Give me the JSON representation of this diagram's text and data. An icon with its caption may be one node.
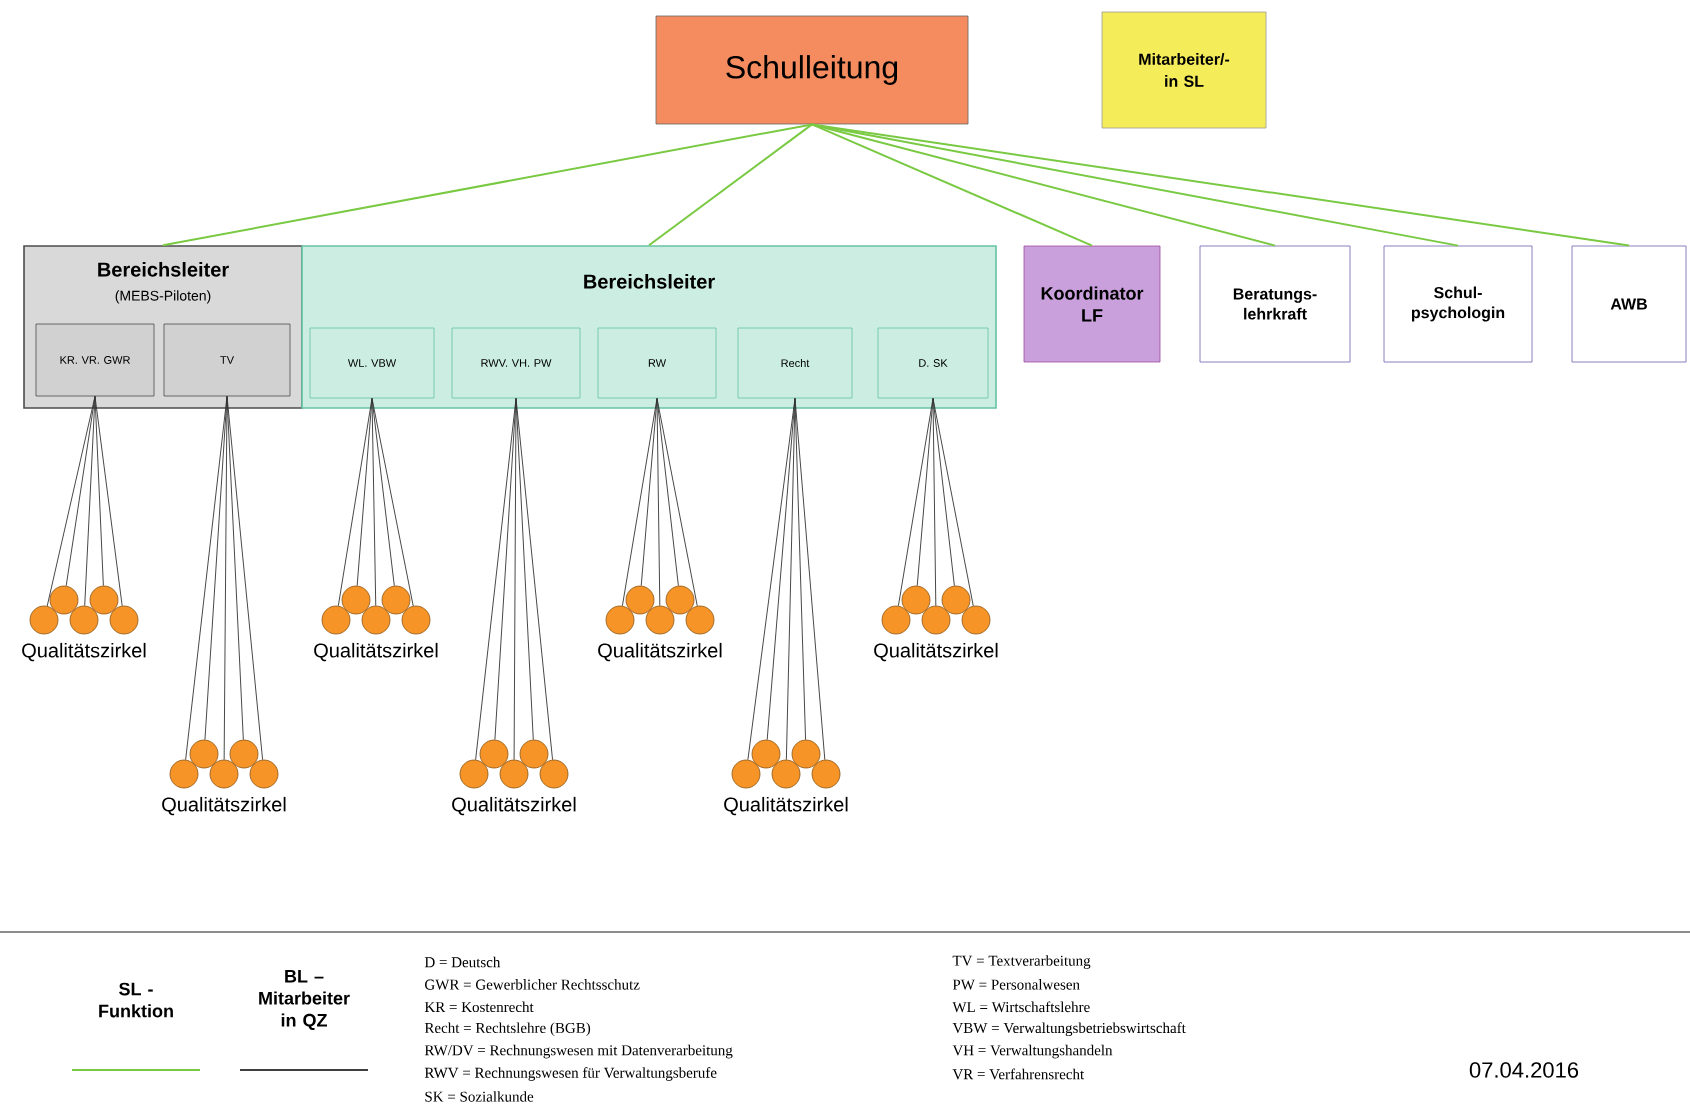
{
  "diagram": {
    "nodes": [
      {
        "text": [
          "Schulleitung"
        ]
      },
      {
        "text": [
          "Mitarbeiter/-in SL"
        ]
      },
      {
        "text": [
          "Bereichsleiter",
          "(MEBS-Piloten)"
        ]
      },
      {
        "text": [
          "KR. VR. GWR"
        ],
        "in": 2
      },
      {
        "text": [
          "TV"
        ],
        "in": 2
      },
      {
        "text": [
          "Bereichsleiter"
        ]
      },
      {
        "text": [
          "WL. VBW"
        ],
        "in": 5
      },
      {
        "text": [
          "RWV. VH. PW"
        ],
        "in": 5
      },
      {
        "text": [
          "RW"
        ],
        "in": 5
      },
      {
        "text": [
          "Recht"
        ],
        "in": 5
      },
      {
        "text": [
          "D. SK"
        ],
        "in": 5
      },
      {
        "text": [
          "Koordinator LF"
        ]
      },
      {
        "text": [
          "Beratungs- lehrkraft"
        ]
      },
      {
        "text": [
          "Schul- psychologin"
        ]
      },
      {
        "text": [
          "AWB"
        ]
      },
      {
        "text": [],
        "shape": "circle"
      },
      {
        "text": [],
        "shape": "circle"
      },
      {
        "text": [],
        "shape": "circle"
      },
      {
        "text": [],
        "shape": "circle"
      },
      {
        "text": [],
        "shape": "circle"
      },
      {
        "text": [],
        "shape": "circle"
      },
      {
        "text": [],
        "shape": "circle"
      },
      {
        "text": [],
        "shape": "circle"
      },
      {
        "text": [],
        "shape": "circle"
      },
      {
        "text": [],
        "shape": "circle"
      },
      {
        "text": [],
        "shape": "circle"
      },
      {
        "text": [],
        "shape": "circle"
      },
      {
        "text": [],
        "shape": "circle"
      },
      {
        "text": [],
        "shape": "circle"
      },
      {
        "text": [],
        "shape": "circle"
      },
      {
        "text": [],
        "shape": "circle"
      },
      {
        "text": [],
        "shape": "circle"
      },
      {
        "text": [],
        "shape": "circle"
      },
      {
        "text": [],
        "shape": "circle"
      },
      {
        "text": [],
        "shape": "circle"
      },
      {
        "text": [],
        "shape": "circle"
      },
      {
        "text": [],
        "shape": "circle"
      },
      {
        "text": [],
        "shape": "circle"
      },
      {
        "text": [],
        "shape": "circle"
      },
      {
        "text": [],
        "shape": "circle"
      },
      {
        "text": [],
        "shape": "circle"
      },
      {
        "text": [],
        "shape": "circle"
      },
      {
        "text": [],
        "shape": "circle"
      },
      {
        "text": [],
        "shape": "circle"
      },
      {
        "text": [],
        "shape": "circle"
      },
      {
        "text": [],
        "shape": "circle"
      },
      {
        "text": [],
        "shape": "circle"
      },
      {
        "text": [],
        "shape": "circle"
      },
      {
        "text": [],
        "shape": "circle"
      },
      {
        "text": [],
        "shape": "circle"
      }
    ],
    "edges": [
      {
        "from": 0,
        "to": 2,
        "arrow": "none",
        "color": "#7ac943"
      },
      {
        "from": 0,
        "to": 5,
        "arrow": "none",
        "color": "#7ac943"
      },
      {
        "from": 0,
        "to": 11,
        "arrow": "none",
        "color": "#7ac943"
      },
      {
        "from": 0,
        "to": 12,
        "arrow": "none",
        "color": "#7ac943"
      },
      {
        "from": 0,
        "to": 13,
        "arrow": "none",
        "color": "#7ac943"
      },
      {
        "from": 0,
        "to": 14,
        "arrow": "none",
        "color": "#7ac943"
      },
      {
        "from": 3,
        "to": 15,
        "arrow": "none"
      },
      {
        "from": 3,
        "to": 16,
        "arrow": "none"
      },
      {
        "from": 3,
        "to": 17,
        "arrow": "none"
      },
      {
        "from": 3,
        "to": 18,
        "arrow": "none"
      },
      {
        "from": 3,
        "to": 19,
        "arrow": "none"
      },
      {
        "from": 4,
        "to": 20,
        "arrow": "none"
      },
      {
        "from": 4,
        "to": 21,
        "arrow": "none"
      },
      {
        "from": 4,
        "to": 22,
        "arrow": "none"
      },
      {
        "from": 4,
        "to": 23,
        "arrow": "none"
      },
      {
        "from": 4,
        "to": 24,
        "arrow": "none"
      },
      {
        "from": 6,
        "to": 25,
        "arrow": "none"
      },
      {
        "from": 6,
        "to": 26,
        "arrow": "none"
      },
      {
        "from": 6,
        "to": 27,
        "arrow": "none"
      },
      {
        "from": 6,
        "to": 28,
        "arrow": "none"
      },
      {
        "from": 6,
        "to": 29,
        "arrow": "none"
      },
      {
        "from": 7,
        "to": 30,
        "arrow": "none"
      },
      {
        "from": 7,
        "to": 31,
        "arrow": "none"
      },
      {
        "from": 7,
        "to": 32,
        "arrow": "none"
      },
      {
        "from": 7,
        "to": 33,
        "arrow": "none"
      },
      {
        "from": 7,
        "to": 34,
        "arrow": "none"
      },
      {
        "from": 8,
        "to": 35,
        "arrow": "none"
      },
      {
        "from": 8,
        "to": 36,
        "arrow": "none"
      },
      {
        "from": 8,
        "to": 37,
        "arrow": "none"
      },
      {
        "from": 8,
        "to": 38,
        "arrow": "none"
      },
      {
        "from": 8,
        "to": 39,
        "arrow": "none"
      },
      {
        "from": 9,
        "to": 40,
        "arrow": "none"
      },
      {
        "from": 9,
        "to": 41,
        "arrow": "none"
      },
      {
        "from": 9,
        "to": 42,
        "arrow": "none"
      },
      {
        "from": 9,
        "to": 43,
        "arrow": "none"
      },
      {
        "from": 9,
        "to": 44,
        "arrow": "none"
      },
      {
        "from": 10,
        "to": 45,
        "arrow": "none"
      },
      {
        "from": 10,
        "to": 46,
        "arrow": "none"
      },
      {
        "from": 10,
        "to": 47,
        "arrow": "none"
      },
      {
        "from": 10,
        "to": 48,
        "arrow": "none"
      },
      {
        "from": 10,
        "to": 49,
        "arrow": "none"
      }
    ],
    "labels": [
      "Qualitätszirkel",
      "Qualitätszirkel",
      "Qualitätszirkel",
      "Qualitätszirkel",
      "Qualitätszirkel",
      "Qualitätszirkel",
      "Qualitätszirkel",
      "D = Deutsch",
      "GWR = Gewerblicher Rechtsschutz",
      "KR = Kostenrecht",
      "Recht = Rechtslehre (BGB)",
      "RW/DV = Rechnungswesen mit Datenverarbeitung",
      "RWV = Rechnungswesen für Verwaltungsberufe",
      "SK = Sozialkunde",
      "TV = Textverarbeitung",
      "PW = Personalwesen",
      "WL = Wirtschaftslehre",
      "VBW = Verwaltungsbetriebswirtschaft",
      "VH = Verwaltungshandeln",
      "VR = Verfahrensrecht",
      "07.04.2016"
    ],
    "legend": [
      {
        "text": "SL - Funktion"
      },
      {
        "text": "BL – Mitarbeiter in QZ"
      }
    ]
  }
}
